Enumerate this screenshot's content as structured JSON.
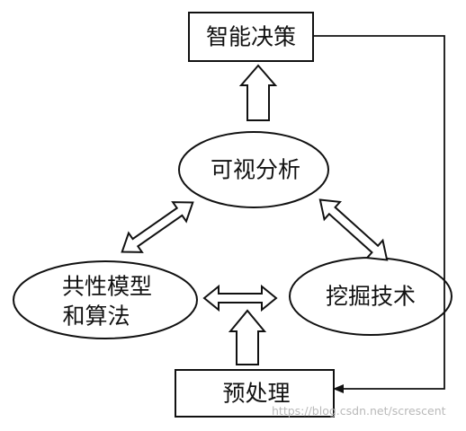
{
  "diagram": {
    "nodes": {
      "decision": "智能决策",
      "visual": "可视分析",
      "model_line1": "共性模型",
      "model_line2": "和算法",
      "mining": "挖掘技术",
      "preprocess": "预处理"
    },
    "watermark": "https://blog.csdn.net/screscent"
  }
}
